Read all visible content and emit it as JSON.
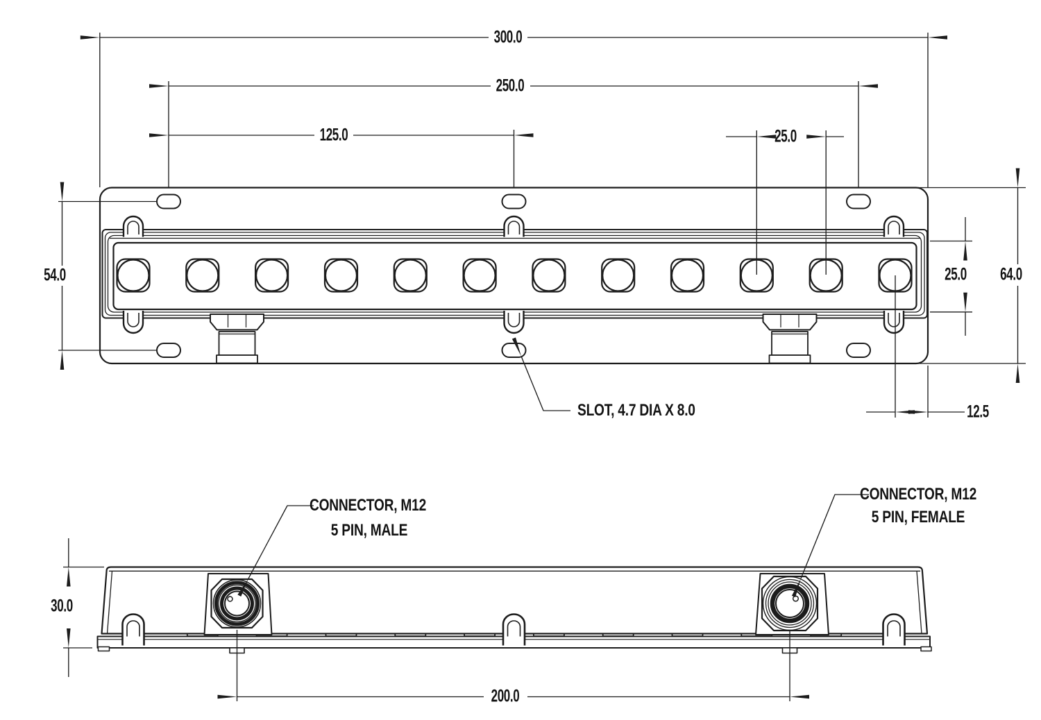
{
  "drawing": {
    "colors": {
      "line": "#1c1c1c",
      "background": "#ffffff"
    },
    "top_view": {
      "dim_overall_width": "300.0",
      "dim_slot_span": "250.0",
      "dim_slot_half_span": "125.0",
      "dim_led_pitch": "25.0",
      "dim_slot_vertical_span": "54.0",
      "dim_lens_opening_height": "25.0",
      "dim_overall_height": "64.0",
      "dim_end_offset": "12.5",
      "slot_note": "SLOT, 4.7 DIA X 8.0"
    },
    "side_view": {
      "dim_body_height": "30.0",
      "dim_connector_spacing": "200.0",
      "connector_left_label_line1": "CONNECTOR, M12",
      "connector_left_label_line2": "5 PIN, MALE",
      "connector_right_label_line1": "CONNECTOR, M12",
      "connector_right_label_line2": "5 PIN, FEMALE"
    }
  }
}
